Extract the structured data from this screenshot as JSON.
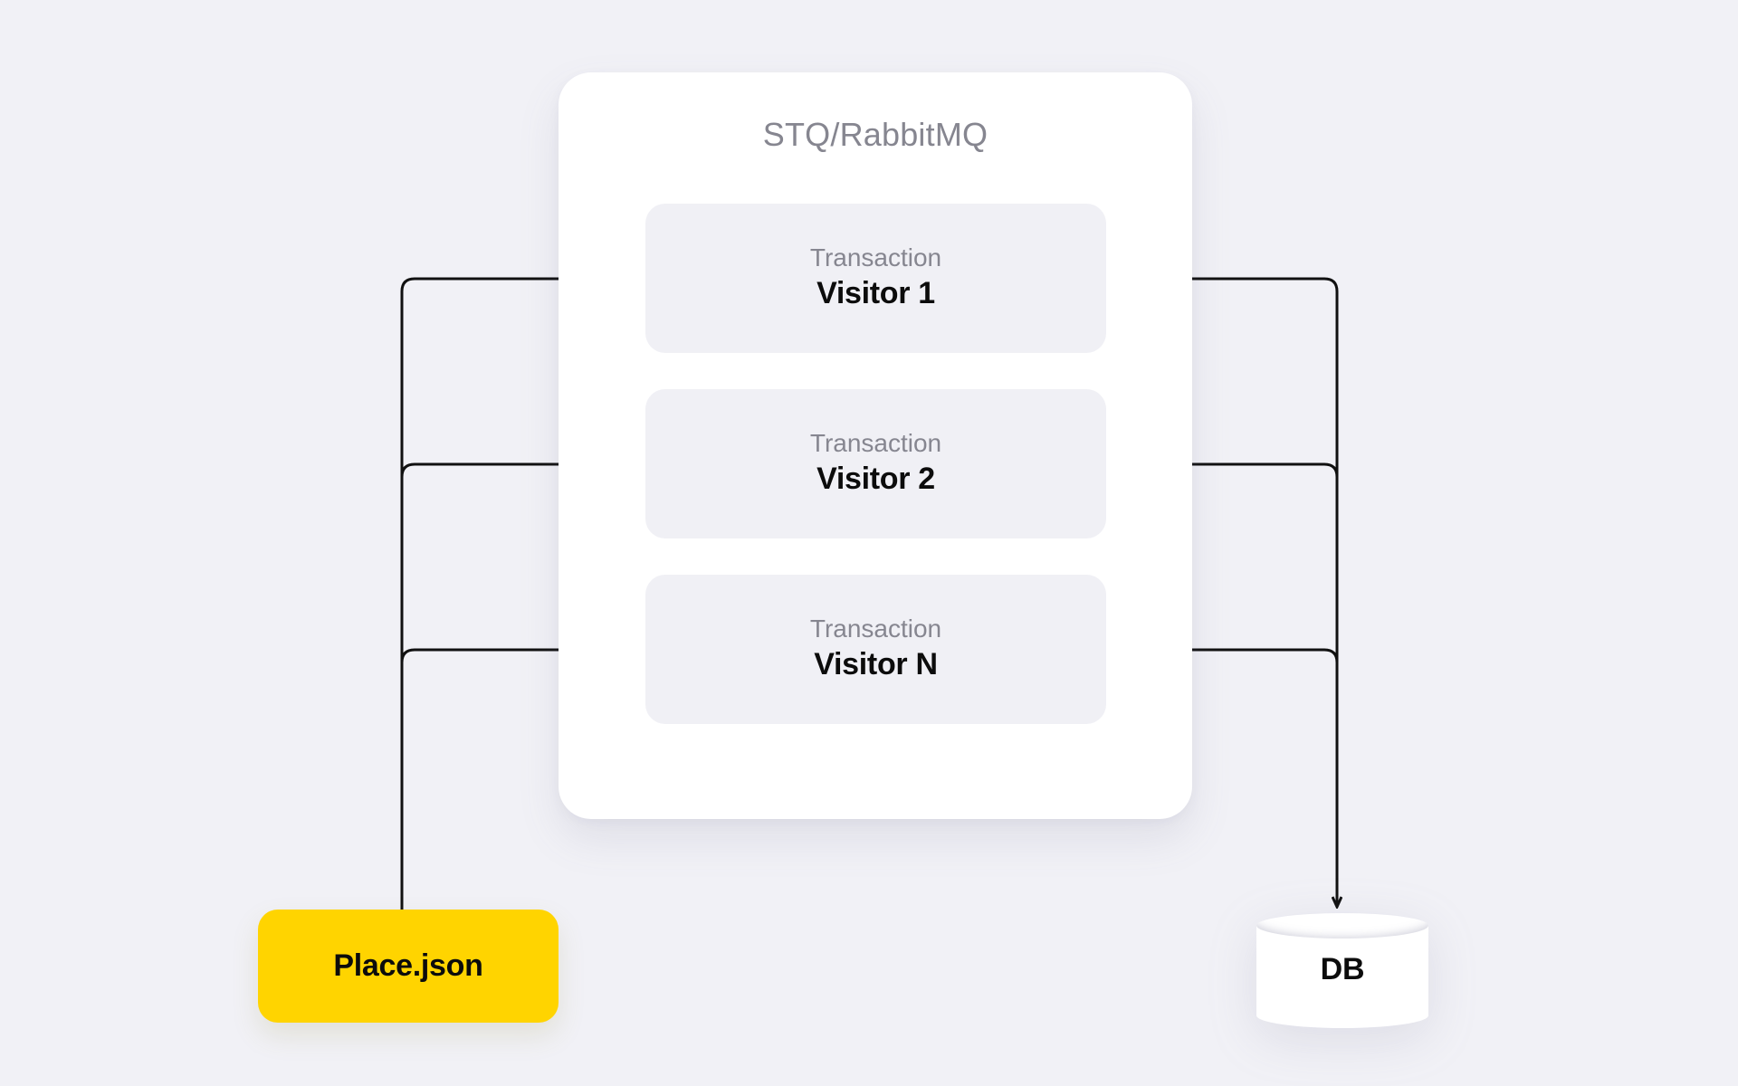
{
  "diagram": {
    "background_color": "#f1f1f6",
    "broker": {
      "title": "STQ/RabbitMQ",
      "panel_color": "#ffffff",
      "title_color": "#868690",
      "transactions": [
        {
          "kind": "Transaction",
          "name": "Visitor 1"
        },
        {
          "kind": "Transaction",
          "name": "Visitor 2"
        },
        {
          "kind": "Transaction",
          "name": "Visitor N"
        }
      ]
    },
    "source": {
      "label": "Place.json",
      "color": "#ffd400",
      "text_color": "#0c0c0c"
    },
    "sink": {
      "label": "DB",
      "shape": "cylinder",
      "color": "#ffffff",
      "text_color": "#0c0c0c"
    },
    "connectors": {
      "stroke_color": "#111111",
      "stroke_width": 3,
      "inbound_count": 3,
      "outbound_count": 3
    }
  }
}
